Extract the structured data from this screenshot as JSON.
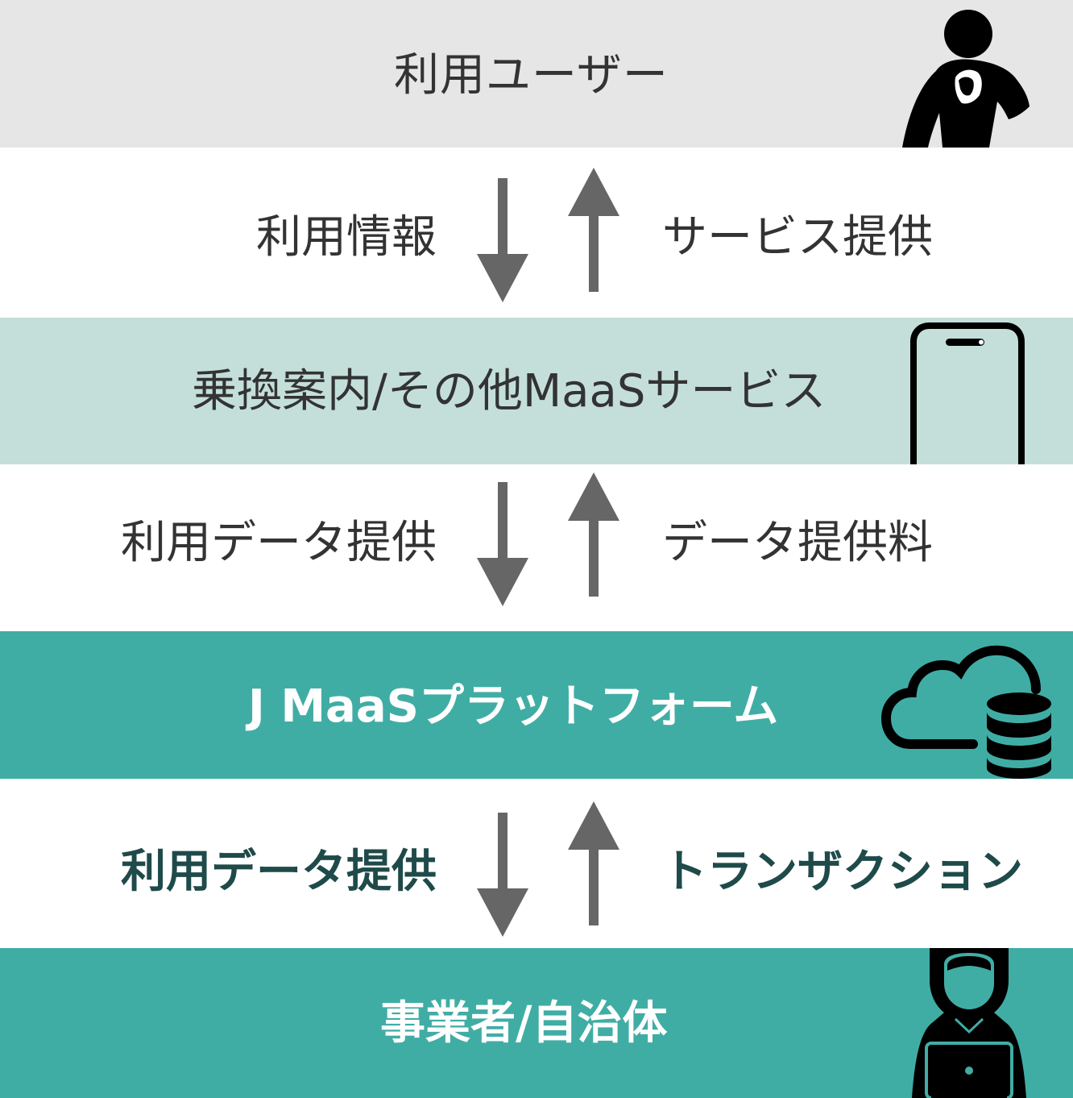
{
  "layers": {
    "user": {
      "label": "利用ユーザー",
      "background": "#e6e6e6",
      "text_color": "#333333",
      "icon": "user-icon"
    },
    "service": {
      "label": "乗換案内/その他MaaSサービス",
      "background": "#c4dfda",
      "text_color": "#333333",
      "icon": "smartphone-icon"
    },
    "platform": {
      "label": "J MaaSプラットフォーム",
      "background": "#40ada5",
      "text_color": "#ffffff",
      "icon": "cloud-database-icon"
    },
    "operator": {
      "label": "事業者/自治体",
      "background": "#40ada5",
      "text_color": "#ffffff",
      "icon": "operator-laptop-icon"
    }
  },
  "flows": {
    "user_service": {
      "down_label": "利用情報",
      "up_label": "サービス提供"
    },
    "service_platform": {
      "down_label": "利用データ提供",
      "up_label": "データ提供料"
    },
    "platform_operator": {
      "down_label": "利用データ提供",
      "up_label": "トランザクション"
    }
  },
  "colors": {
    "arrow": "#666666",
    "flow_text": "#333333",
    "flow_text_emphasis": "#1f4a4a"
  }
}
